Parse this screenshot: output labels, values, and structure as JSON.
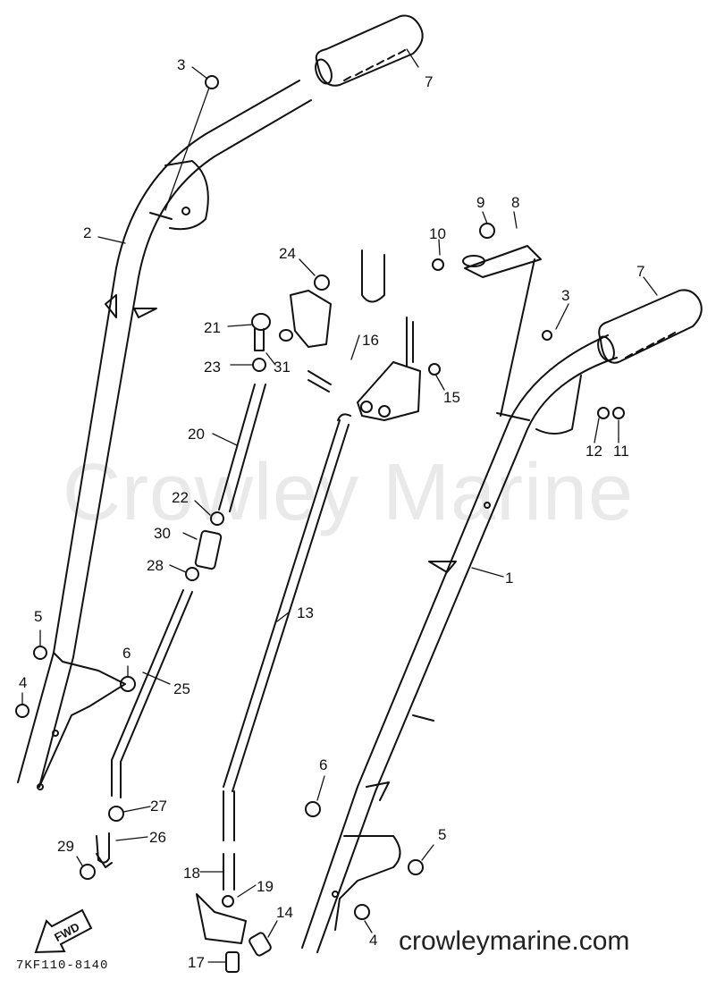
{
  "watermark": "Crowley Marine",
  "website": "crowleymarine.com",
  "drawing_code": "7KF110-8140",
  "fwd_label": "FWD",
  "callouts": {
    "c1": "1",
    "c2": "2",
    "c3a": "3",
    "c3b": "3",
    "c4a": "4",
    "c4b": "4",
    "c5a": "5",
    "c5b": "5",
    "c6a": "6",
    "c6b": "6",
    "c7a": "7",
    "c7b": "7",
    "c8": "8",
    "c9": "9",
    "c10": "10",
    "c11": "11",
    "c12": "12",
    "c13": "13",
    "c14": "14",
    "c15": "15",
    "c16": "16",
    "c17": "17",
    "c18": "18",
    "c19": "19",
    "c20": "20",
    "c21": "21",
    "c22": "22",
    "c23": "23",
    "c24": "24",
    "c25": "25",
    "c26": "26",
    "c27": "27",
    "c28": "28",
    "c29": "29",
    "c30": "30",
    "c31": "31"
  }
}
